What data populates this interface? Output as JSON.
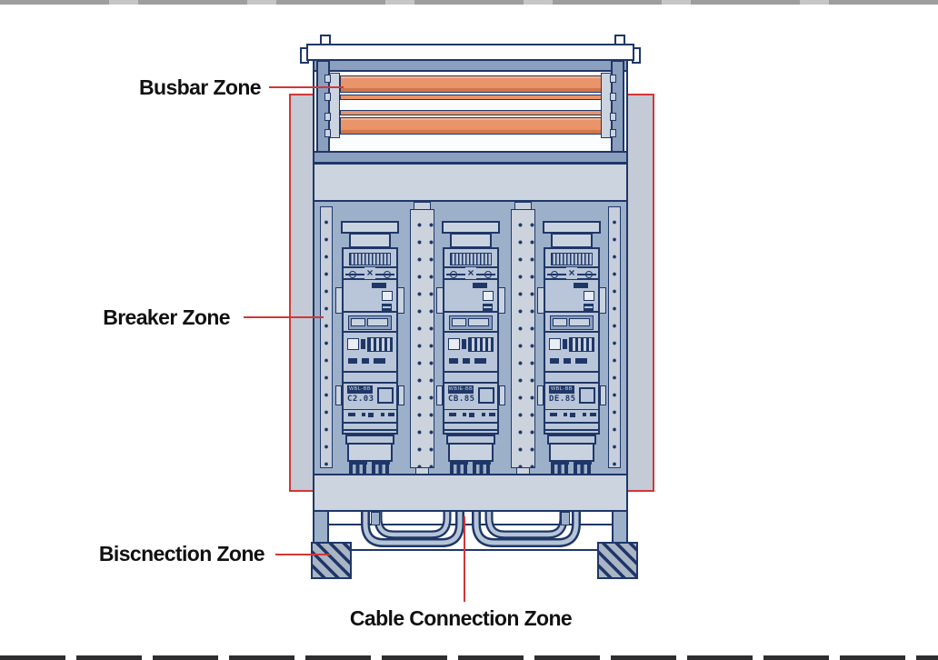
{
  "annotations": {
    "busbar_zone": "Busbar Zone",
    "breaker_zone": "Breaker Zone",
    "disconnection_zone": "Biscnection Zone",
    "cable_zone": "Cable Connection Zone"
  },
  "breakers": [
    {
      "chip": "WBL-BB",
      "code": "C2.03"
    },
    {
      "chip": "WBIE-BB",
      "code": "CB.85"
    },
    {
      "chip": "WBL-BB",
      "code": "DE.85"
    }
  ],
  "glyphs": {
    "contact_symbol": "×"
  },
  "colors": {
    "annotation_red": "#cf3838",
    "busbar_orange": "#ea9469",
    "outline_navy": "#1f3767",
    "panel_blue": "#9db0ca",
    "shelf_gray": "#ccd4df"
  },
  "busbars": {
    "groups": 2,
    "bars_per_group": 2
  },
  "breaker_count": 3,
  "cable_loops": {
    "groups": 2,
    "loops_per_group": 2
  }
}
